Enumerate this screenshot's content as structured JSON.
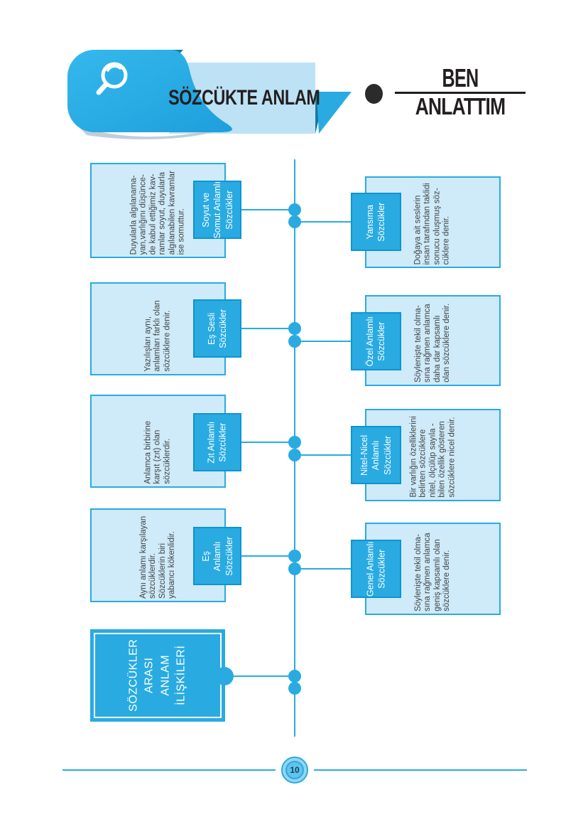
{
  "header": {
    "title": "SÖZCÜKTE ANLAM",
    "logo": {
      "top": "BEN",
      "bottom": "ANLATTIM"
    }
  },
  "root_topic": {
    "label": "SÖZCÜKLER\nARASI\nANLAM\nİLİŞKİLERİ"
  },
  "left_branches": [
    {
      "label": "Soyut ve\nSomut Anlamlı\nSözcükler",
      "description": "Duyularla algılanama-\nyan,varlığını düşünce-\nde kabul ettiğimiz kav-\nramlar soyut, duyularla\nalgılanabilen kavramlar\nise somuttur."
    },
    {
      "label": "Eş Sesli\nSözcükler",
      "description": "Yazılışları aynı,\nanlamları farklı olan\nsözcüklere denir."
    },
    {
      "label": "Zıt Anlamlı\nSözcükler",
      "description": "Anlamca birbirine\nkarşıt (zıt) olan\nsözcüklerdir."
    },
    {
      "label": "Eş\nAnlamlı\nSözcükler",
      "description": "Aynı anlamı karşılayan\nsözcüklerdir.\nSözcüklerin biri\nyabancı kökenlidir."
    }
  ],
  "right_branches": [
    {
      "label": "Yansıma\nSözcükler",
      "description": "Doğaya ait seslerin\ninsan tarafından taklidi\nsonucu oluşmuş söz-\ncüklere denir."
    },
    {
      "label": "Özel Anlamlı\nSözcükler",
      "description": "Söylenişte tekil olma-\nsına rağmen anlamca\ndaha dar kapsamlı\nolan sözcüklere denir."
    },
    {
      "label": "Nitel-Nicel\nAnlamlı\nSözcükler",
      "description": "Bir varlığın özelliklerini\nbelirten sözcüklere\nnitel, ölçülüp sayıla -\nbilen özellik gösteren\nsözcüklere nicel denir."
    },
    {
      "label": "Genel Anlamlı\nSözcükler",
      "description": "Söylenişte tekil olma-\nsına rağmen anlamca\ngeniş kapsamlı olan\nsözcüklere denir."
    }
  ],
  "footer": {
    "page_number": "10"
  },
  "colors": {
    "accent": "#29ABE2",
    "light_fill": "#CFEAF8",
    "banner_fill": "#BDE2F5",
    "fold_dark": "#177C9F",
    "text_dark": "#3F4345"
  }
}
